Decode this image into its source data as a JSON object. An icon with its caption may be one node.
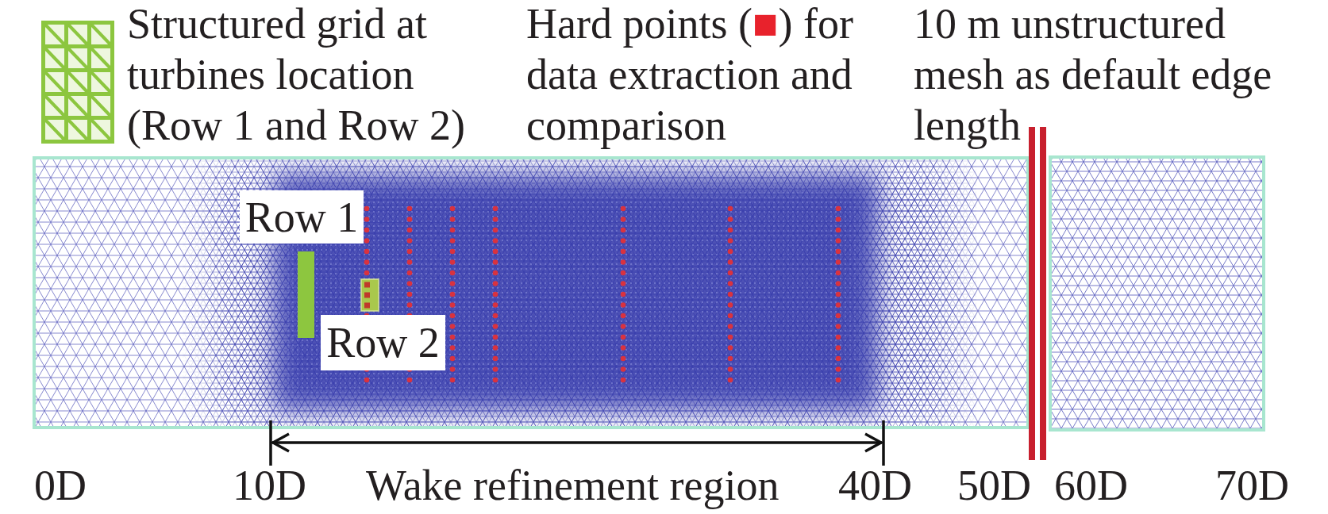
{
  "diagram": {
    "nodes": [
      {
        "text": [
          "Row 1"
        ]
      },
      {
        "text": [
          "Row 2"
        ]
      }
    ],
    "labels": [
      "10 m unstructured mesh as default edge length",
      "0D",
      "10D",
      "Wake refinement region",
      "40D",
      "50D",
      "60D",
      "70D"
    ],
    "legend": [
      {
        "text": "Structured grid at turbines location (Row 1 and Row 2)"
      },
      {
        "text": "Hard points (■) for data extraction and comparison",
        "color": "#e8222c"
      }
    ]
  }
}
